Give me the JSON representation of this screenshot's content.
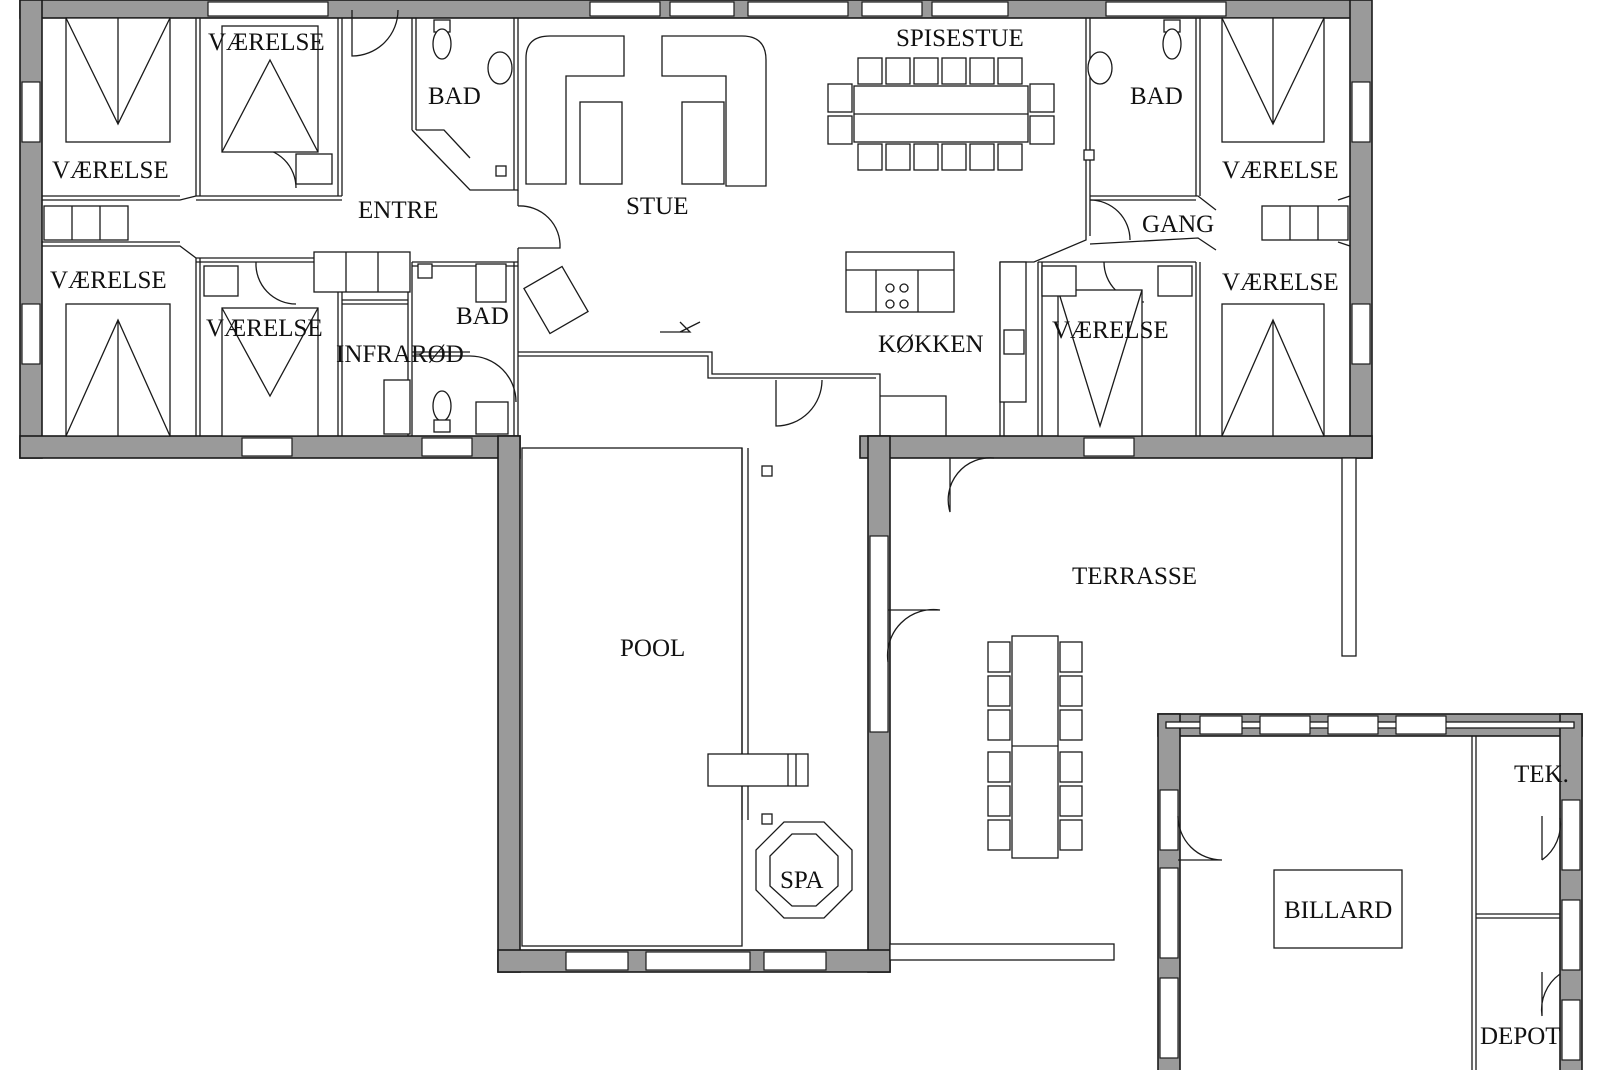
{
  "colors": {
    "wall_fill": "#9a9a9a",
    "line": "#1a1a1a",
    "background": "#ffffff"
  },
  "rooms": {
    "vaerelse_top_mid": "VÆRELSE",
    "vaerelse_left_top": "VÆRELSE",
    "vaerelse_left_bottom": "VÆRELSE",
    "vaerelse_mid_bottom": "VÆRELSE",
    "bad_top_left": "BAD",
    "entre": "ENTRE",
    "infrarod": "INFRARØD",
    "bad_center": "BAD",
    "stue": "STUE",
    "spisestue": "SPISESTUE",
    "kokken": "KØKKEN",
    "bad_top_right": "BAD",
    "gang": "GANG",
    "vaerelse_right_top": "VÆRELSE",
    "vaerelse_right_bottom": "VÆRELSE",
    "vaerelse_right_mid": "VÆRELSE",
    "pool": "POOL",
    "spa": "SPA",
    "terrasse": "TERRASSE",
    "billard": "BILLARD",
    "tek": "TEK.",
    "depot": "DEPOT"
  }
}
